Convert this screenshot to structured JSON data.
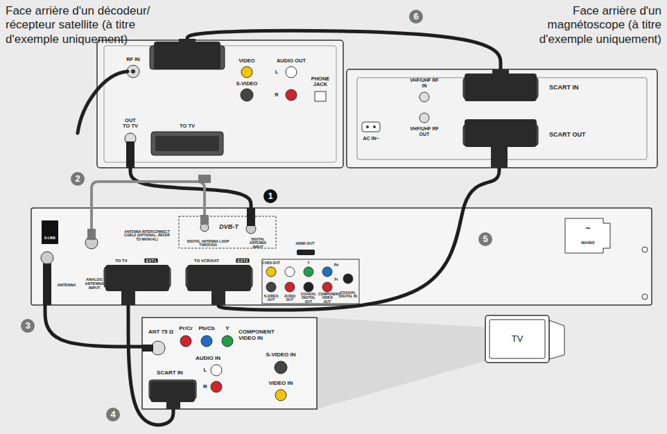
{
  "diagram": {
    "nodes": [
      {
        "text": [
          "Face arrière d'un décodeur/ récepteur satellite (à titre d'exemple uniquement)",
          "RF IN",
          "OUT TO TV",
          "TO TV",
          "VIDEO",
          "AUDIO OUT",
          "L",
          "R",
          "S-VIDEO",
          "PHONE JACK"
        ]
      },
      {
        "text": [
          "Face arrière d'un magnétoscope (à titre d'exemple uniquement)",
          "AC IN~",
          "VHF/UHF RF IN",
          "VHF/UHF RF OUT",
          "SCART IN",
          "SCART OUT"
        ]
      },
      {
        "text": [
          "S-LINK",
          "ANTENNA",
          "ANALOG ANTENNA INPUT",
          "TO TV",
          "EXT1",
          "TO VCR/SAT",
          "EXT2",
          "ANTENNA INTERCONNECT CABLE (OPTIONAL, REFER TO MANUAL)",
          "DIGITAL ANTENNA LOOP THROUGH",
          "DVB-T",
          "DIGITAL ANTENNA INPUT",
          "HDMI OUT",
          "CVBS OUT",
          "S-VIDEO OUT",
          "AUDIO OUT",
          "COAXIAL DIGITAL OUT",
          "Y",
          "Pb",
          "Pr",
          "COMPONENT VIDEO OUT",
          "COAXIAL DIGITAL IN",
          "~",
          "MAINS"
        ]
      },
      {
        "text": [
          "ANT 75 Ω",
          "Pr/Cr",
          "Pb/Cb",
          "Y",
          "COMPONENT VIDEO IN",
          "S-VIDEO IN",
          "AUDIO IN",
          "L",
          "R",
          "SCART IN",
          "VIDEO IN"
        ]
      },
      {
        "text": [
          "TV"
        ]
      }
    ],
    "edges": [
      {
        "from": 0,
        "to": 2,
        "arrow": "none"
      },
      {
        "from": 2,
        "to": 3,
        "arrow": "none"
      },
      {
        "from": 2,
        "to": 3,
        "arrow": "none"
      },
      {
        "from": 2,
        "to": 1,
        "arrow": "none"
      },
      {
        "from": 1,
        "to": 0,
        "arrow": "none"
      }
    ],
    "labels": [
      "1",
      "2",
      "3",
      "4",
      "5",
      "6"
    ]
  }
}
